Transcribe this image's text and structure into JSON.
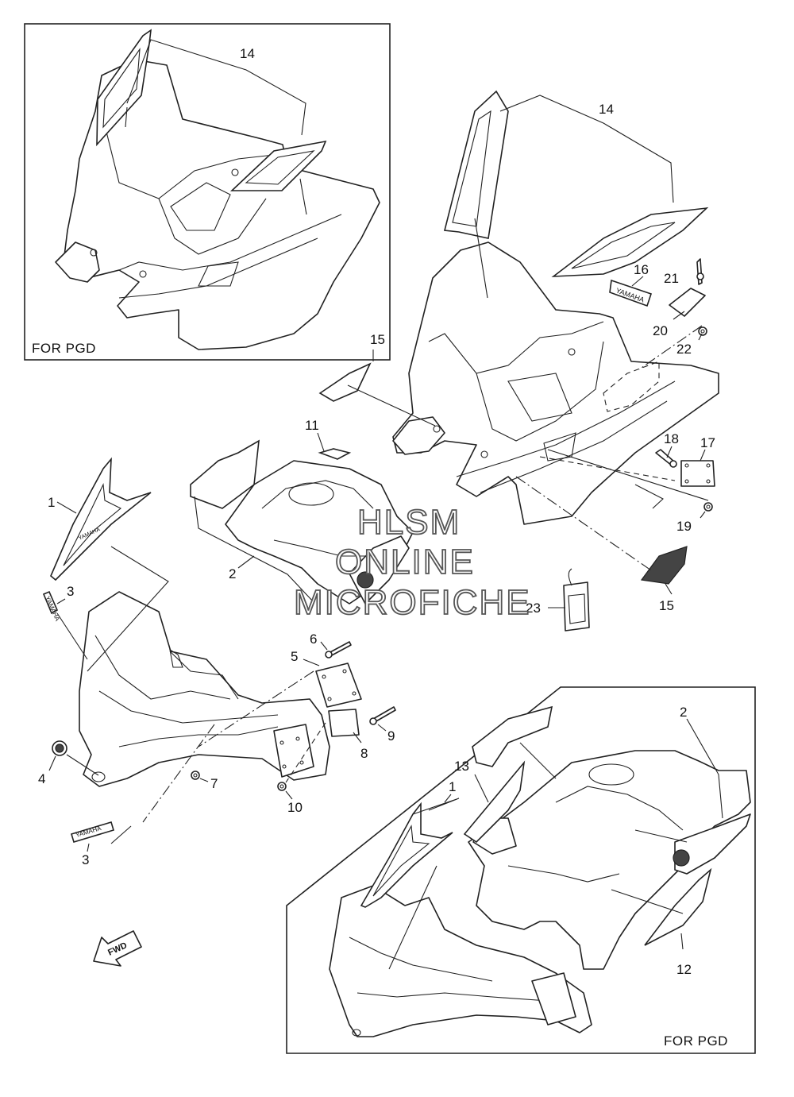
{
  "boxes": {
    "top_left_caption": "FOR PGD",
    "bottom_right_caption": "FOR PGD"
  },
  "watermark": {
    "line1": "HLSM",
    "line2": "ONLINE",
    "line3": "MICROFICHE"
  },
  "arrow": {
    "label": "FWD"
  },
  "decal_text": {
    "yamaha": "YAMAHA"
  },
  "callouts": {
    "c1a": "1",
    "c1b": "1",
    "c2a": "2",
    "c2b": "2",
    "c3a": "3",
    "c3b": "3",
    "c4": "4",
    "c5": "5",
    "c6": "6",
    "c7": "7",
    "c8": "8",
    "c9": "9",
    "c10": "10",
    "c11": "11",
    "c12": "12",
    "c13": "13",
    "c14a": "14",
    "c14b": "14",
    "c15a": "15",
    "c15b": "15",
    "c16": "16",
    "c17": "17",
    "c18": "18",
    "c19": "19",
    "c20": "20",
    "c21": "21",
    "c22": "22",
    "c23": "23"
  }
}
